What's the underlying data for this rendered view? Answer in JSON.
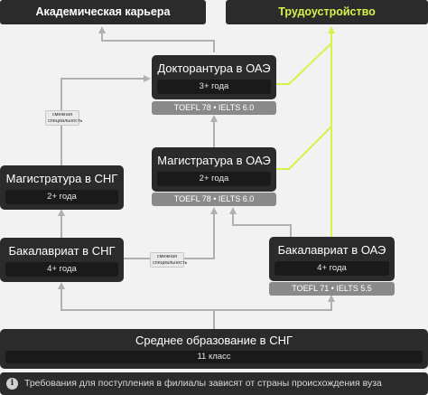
{
  "top": {
    "academic": "Академическая карьера",
    "employment": "Трудоустройство"
  },
  "nodes": {
    "doctorate_uae": {
      "title": "Докторантура в ОАЭ",
      "sub": "3+ года",
      "req": "TOEFL 78 • IELTS 6.0"
    },
    "masters_uae": {
      "title": "Магистратура в ОАЭ",
      "sub": "2+ года",
      "req": "TOEFL 78 • IELTS 6.0"
    },
    "masters_cis": {
      "title": "Магистратура в СНГ",
      "sub": "2+ года"
    },
    "bachelor_cis": {
      "title": "Бакалавриат в СНГ",
      "sub": "4+ года"
    },
    "bachelor_uae": {
      "title": "Бакалавриат в ОАЭ",
      "sub": "4+ года",
      "req": "TOEFL 71 • IELTS 5.5"
    },
    "secondary_cis": {
      "title": "Среднее образование в СНГ",
      "sub": "11 класс"
    }
  },
  "tags": {
    "related_1": "смежная специальность",
    "related_2": "смежная специальность"
  },
  "footer": {
    "info_icon": "i",
    "note": "Требования для поступления в филиалы зависят от страны происхождения вуза"
  },
  "colors": {
    "box": "#2b2b2b",
    "sub": "#1a1a1a",
    "requirement": "#8a8a8a",
    "connector": "#b0b0b0",
    "employment_accent": "#d9f24a",
    "background": "#f2f2f2"
  },
  "icons": [
    "info-icon",
    "arrow-icon"
  ]
}
